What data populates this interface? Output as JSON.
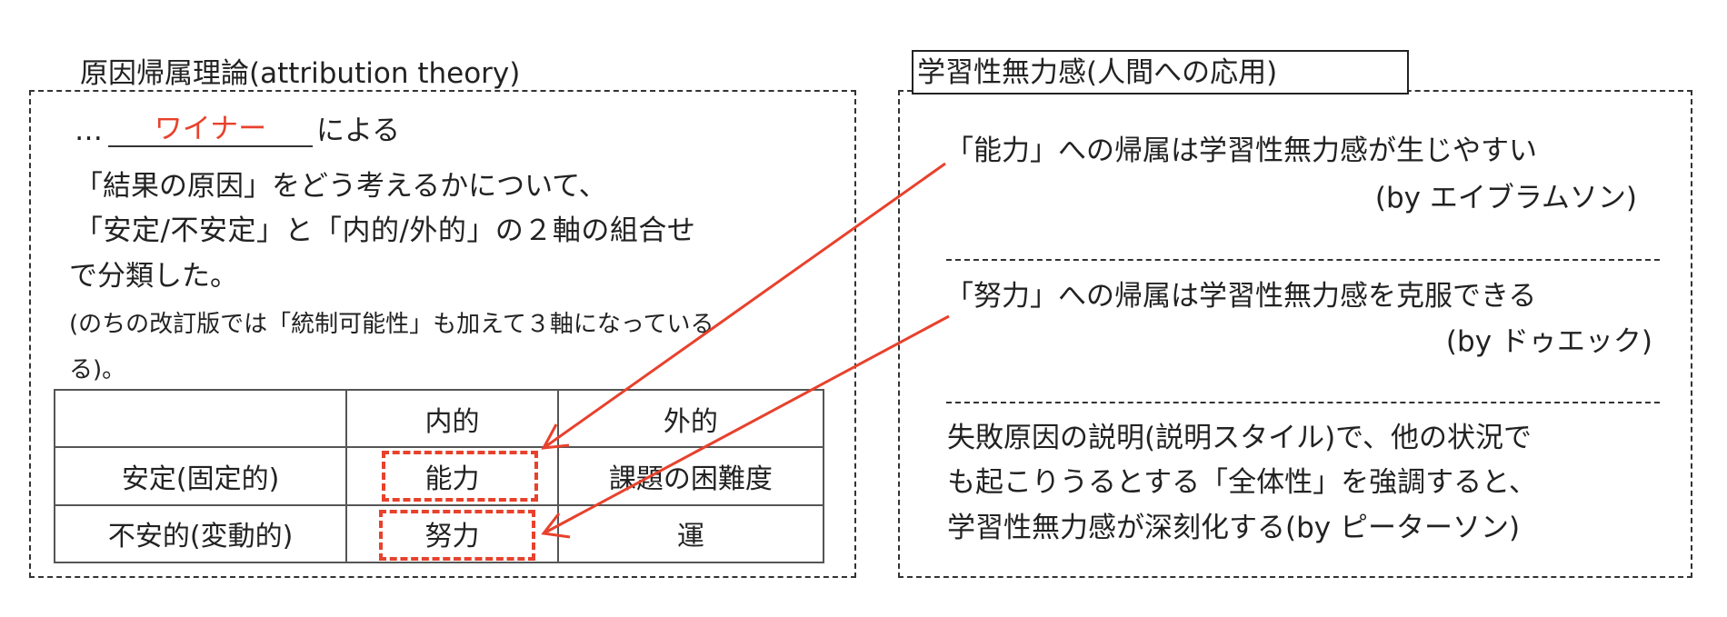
{
  "left_panel": {
    "title": "原因帰属理論(attribution  theory)",
    "ellipsis": "…",
    "blank_answer": "ワイナー",
    "by_suffix": "による",
    "line1": "「結果の原因」をどう考えるかについて、",
    "line2": "「安定/不安定」と「内的/外的」の２軸の組合せ",
    "line3": "で分類した。",
    "note_line1": "(のちの改訂版では「統制可能性」も加えて３軸になっている",
    "note_line2": "る)。",
    "table": {
      "headers": [
        "",
        "内的",
        "外的"
      ],
      "rows": [
        [
          "安定(固定的)",
          "能力",
          "課題の困難度"
        ],
        [
          "不安的(変動的)",
          "努力",
          "運"
        ]
      ]
    }
  },
  "right_panel": {
    "title": "学習性無力感(人間への応用)",
    "item1": "「能力」への帰属は学習性無力感が生じやすい",
    "item1_by": "(by エイブラムソン)",
    "item2": "「努力」への帰属は学習性無力感を克服できる",
    "item2_by": "(by ドゥエック)",
    "item3_lines": [
      "失敗原因の説明(説明スタイル)で、他の状況で",
      "も起こりうるとする「全体性」を強調すると、",
      "学習性無力感が深刻化する(by ピーターソン)"
    ]
  },
  "colors": {
    "accent": "#e8412c",
    "text": "#222222"
  }
}
